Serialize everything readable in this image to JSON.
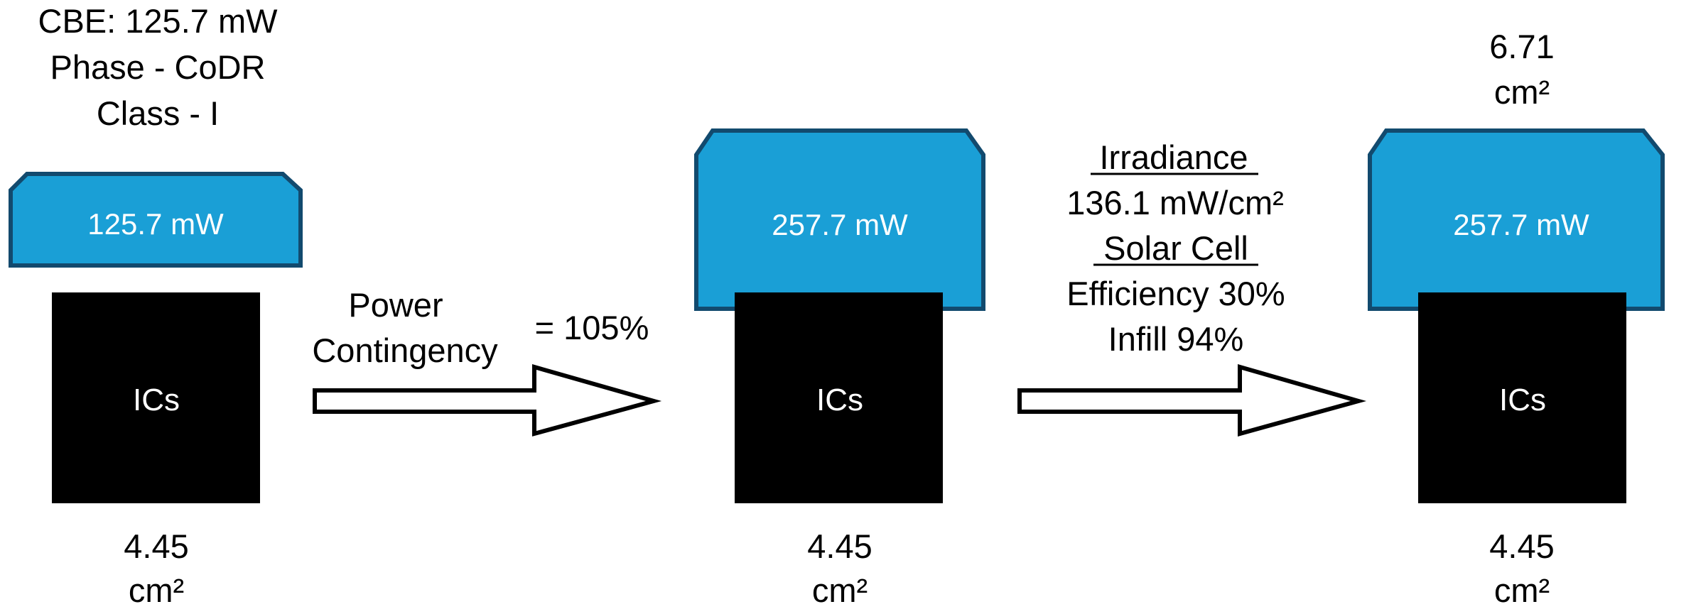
{
  "stage1": {
    "header": [
      "CBE: 125.7 mW",
      "Phase - CoDR",
      "Class - I"
    ],
    "panel_label": "125.7 mW",
    "ic_label": "ICs",
    "area_value": "4.45",
    "area_unit": "cm²"
  },
  "arrow1": {
    "label_line1": "Power",
    "label_line2": "Contingency",
    "label_value": "= 105%"
  },
  "stage2": {
    "panel_label": "257.7 mW",
    "ic_label": "ICs",
    "area_value": "4.45",
    "area_unit": "cm²"
  },
  "arrow2": {
    "irradiance_heading": "Irradiance",
    "irradiance_value": "136.1 mW/cm²",
    "solar_heading": "Solar Cell",
    "efficiency": "Efficiency 30%",
    "infill": "Infill 94%"
  },
  "stage3": {
    "top_area_value": "6.71",
    "top_area_unit": "cm²",
    "panel_label": "257.7 mW",
    "ic_label": "ICs",
    "area_value": "4.45",
    "area_unit": "cm²"
  },
  "colors": {
    "panel_fill": "#1a9fd6",
    "panel_stroke": "#124a6e",
    "ic_fill": "#000000",
    "arrow_fill": "#ffffff",
    "arrow_stroke": "#000000"
  }
}
